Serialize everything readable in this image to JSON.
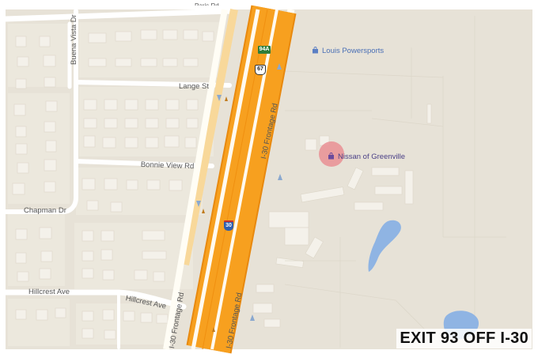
{
  "map": {
    "colors": {
      "land": "#e7e2d7",
      "block": "#ece8dd",
      "building": "#f3f0e8",
      "street": "#ffffff",
      "highway": "#f7a01f",
      "highway_edge": "#e8890f",
      "frontage": "#fffdf5",
      "ramp": "#f8d89a",
      "water": "#8fb4e3",
      "marker": "#e98f94"
    },
    "roads": {
      "buena_vista": "Buena Vista Dr",
      "lange": "Lange St",
      "bonnie_view": "Bonnie View Rd",
      "chapman": "Chapman Dr",
      "hillcrest_1": "Hillcrest Ave",
      "hillcrest_2": "Hillcrest Ave",
      "frontage_east": "I-30 Frontage Rd",
      "frontage_west_1": "I-30 Frontage Rd",
      "frontage_west_2": "I-30 Frontage Rd",
      "top_cut": "Paris Rd"
    },
    "shields": {
      "exit": "94A",
      "us_route": "67",
      "interstate": "30"
    },
    "pois": [
      {
        "name": "Louis Powersports",
        "icon": "shopping-bag-icon",
        "selected": false
      },
      {
        "name": "Nissan of Greenville",
        "icon": "shopping-bag-icon",
        "selected": true
      }
    ]
  },
  "caption": "EXIT 93 OFF I-30"
}
